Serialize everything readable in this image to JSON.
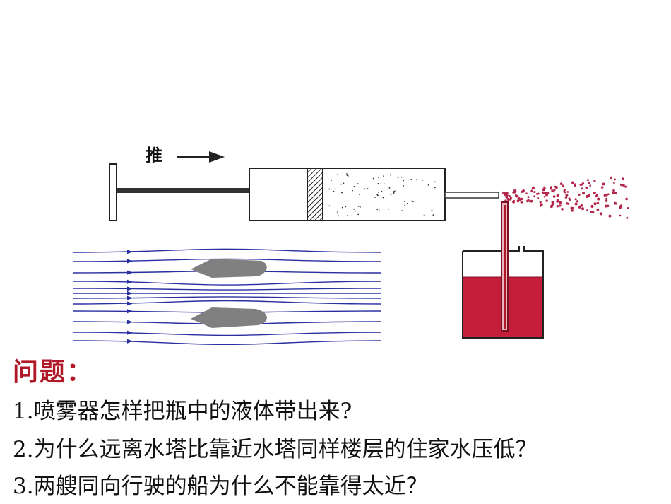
{
  "figure": {
    "push_label": "推",
    "icons": [
      "syringe-icon",
      "arrow-right-icon",
      "liquid-bottle-icon",
      "spray-droplets",
      "streamline-diagram",
      "ship-shape"
    ]
  },
  "colors": {
    "heading": "#b0182a",
    "liquid": "#c41e3a",
    "streamlines": "#2a2fa0",
    "ships": "#808080"
  },
  "questions": {
    "heading": "问题：",
    "items": [
      "1.喷雾器怎样把瓶中的液体带出来?",
      "2.为什么远离水塔比靠近水塔同样楼层的住家水压低？",
      "3.两艘同向行驶的船为什么不能靠得太近？"
    ]
  }
}
